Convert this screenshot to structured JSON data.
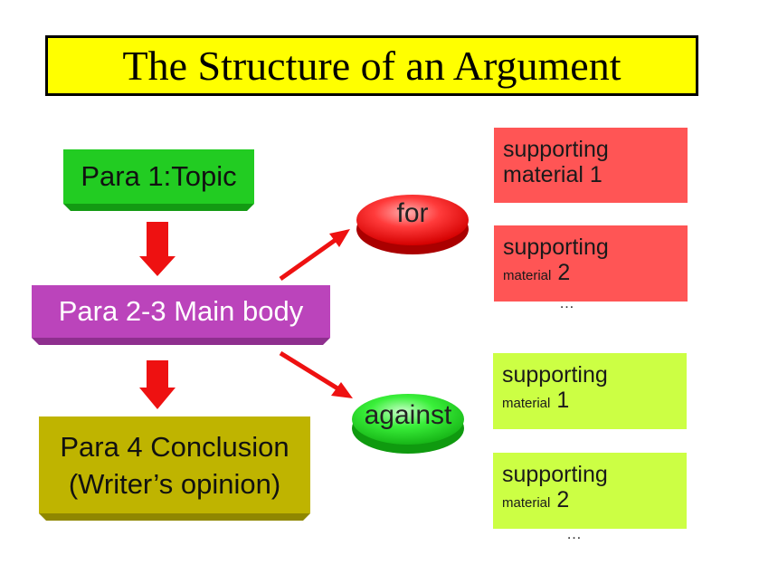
{
  "title": "The Structure of an Argument",
  "nodes": {
    "topic": "Para 1:Topic",
    "main_body": "Para 2-3 Main body",
    "conclusion": "Para 4 Conclusion (Writer’s opinion)",
    "for": "for",
    "against": "against"
  },
  "materials": {
    "for": [
      {
        "word": "supporting",
        "label": "material",
        "number": "1"
      },
      {
        "word": "supporting",
        "label": "material",
        "number": "2"
      }
    ],
    "against": [
      {
        "word": "supporting",
        "label": "material",
        "number": "1"
      },
      {
        "word": "supporting",
        "label": "material",
        "number": "2"
      }
    ],
    "ellipsis": "…"
  },
  "colors": {
    "title_bg": "#ffff00",
    "topic": "#22cc22",
    "main_body": "#bb44bb",
    "conclusion": "#bfb400",
    "for_pill": "#ff3333",
    "against_pill": "#33ee33",
    "for_material": "#ff5555",
    "against_material": "#ccff44",
    "arrow": "#ee1111"
  }
}
